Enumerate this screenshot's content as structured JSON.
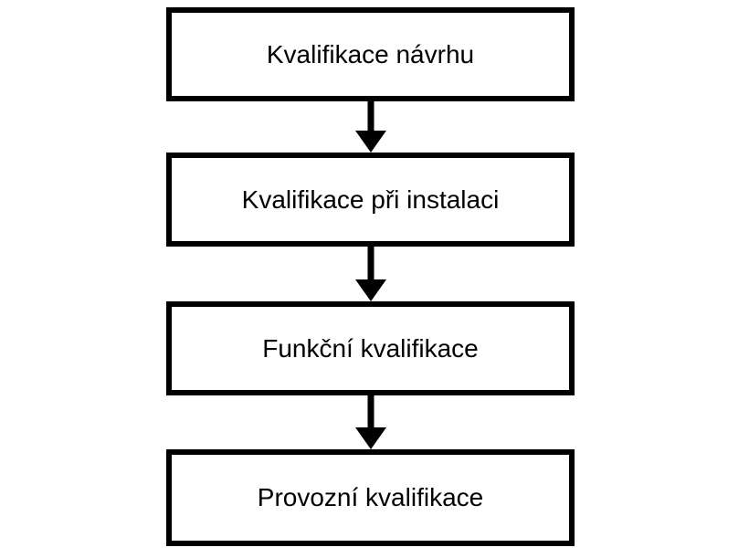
{
  "diagram": {
    "type": "flowchart",
    "direction": "top-down",
    "steps": [
      {
        "label": "Kvalifikace návrhu"
      },
      {
        "label": "Kvalifikace při instalaci"
      },
      {
        "label": "Funkční kvalifikace"
      },
      {
        "label": "Provozní kvalifikace"
      }
    ],
    "connectors": [
      {
        "from": 0,
        "to": 1,
        "style": "arrow-down"
      },
      {
        "from": 1,
        "to": 2,
        "style": "arrow-down"
      },
      {
        "from": 2,
        "to": 3,
        "style": "arrow-down"
      }
    ],
    "colors": {
      "background": "#ffffff",
      "box_fill": "#ffffff",
      "box_border": "#000000",
      "text": "#000000",
      "arrow": "#000000"
    }
  }
}
